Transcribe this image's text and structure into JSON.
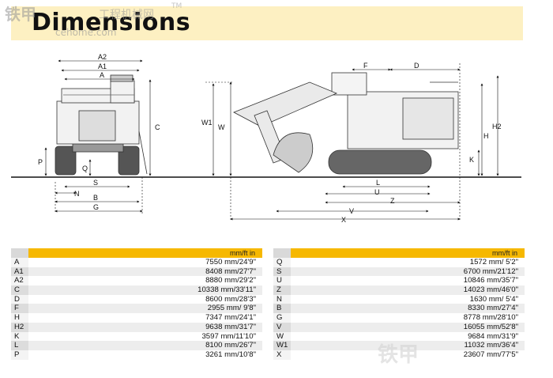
{
  "header": {
    "title": "Dimensions"
  },
  "watermark": {
    "logo_text": "铁甲",
    "site_text": "工程机械网",
    "trademark": "TM",
    "url": "cehome.com"
  },
  "diagram": {
    "labels": {
      "A2": "A2",
      "A1": "A1",
      "A": "A",
      "C": "C",
      "P": "P",
      "Q": "Q",
      "S": "S",
      "N": "N",
      "B": "B",
      "G": "G",
      "F": "F",
      "D": "D",
      "W1": "W1",
      "W": "W",
      "H2": "H2",
      "H": "H",
      "K": "K",
      "L": "L",
      "U": "U",
      "Z": "Z",
      "V": "V",
      "X": "X"
    }
  },
  "tables": {
    "unit_header": "mm/ft in",
    "left": [
      {
        "key": "A",
        "value": "7550 mm/24'9\""
      },
      {
        "key": "A1",
        "value": "8408 mm/27'7\""
      },
      {
        "key": "A2",
        "value": "8880 mm/29'2\""
      },
      {
        "key": "C",
        "value": "10338 mm/33'11\""
      },
      {
        "key": "D",
        "value": "8600 mm/28'3\""
      },
      {
        "key": "F",
        "value": "2955 mm/ 9'8\""
      },
      {
        "key": "H",
        "value": "7347 mm/24'1\""
      },
      {
        "key": "H2",
        "value": "9638 mm/31'7\""
      },
      {
        "key": "K",
        "value": "3597 mm/11'10\""
      },
      {
        "key": "L",
        "value": "8100 mm/26'7\""
      },
      {
        "key": "P",
        "value": "3261 mm/10'8\""
      }
    ],
    "right": [
      {
        "key": "Q",
        "value": "1572 mm/ 5'2\""
      },
      {
        "key": "S",
        "value": "6700 mm/21'12\""
      },
      {
        "key": "U",
        "value": "10846 mm/35'7\""
      },
      {
        "key": "Z",
        "value": "14023 mm/46'0\""
      },
      {
        "key": "N",
        "value": "1630 mm/ 5'4\""
      },
      {
        "key": "B",
        "value": "8330 mm/27'4\""
      },
      {
        "key": "G",
        "value": "8778 mm/28'10\""
      },
      {
        "key": "V",
        "value": "16055 mm/52'8\""
      },
      {
        "key": "W",
        "value": "9684 mm/31'9\""
      },
      {
        "key": "W1",
        "value": "11032 mm/36'4\""
      },
      {
        "key": "X",
        "value": "23607 mm/77'5\""
      }
    ]
  }
}
